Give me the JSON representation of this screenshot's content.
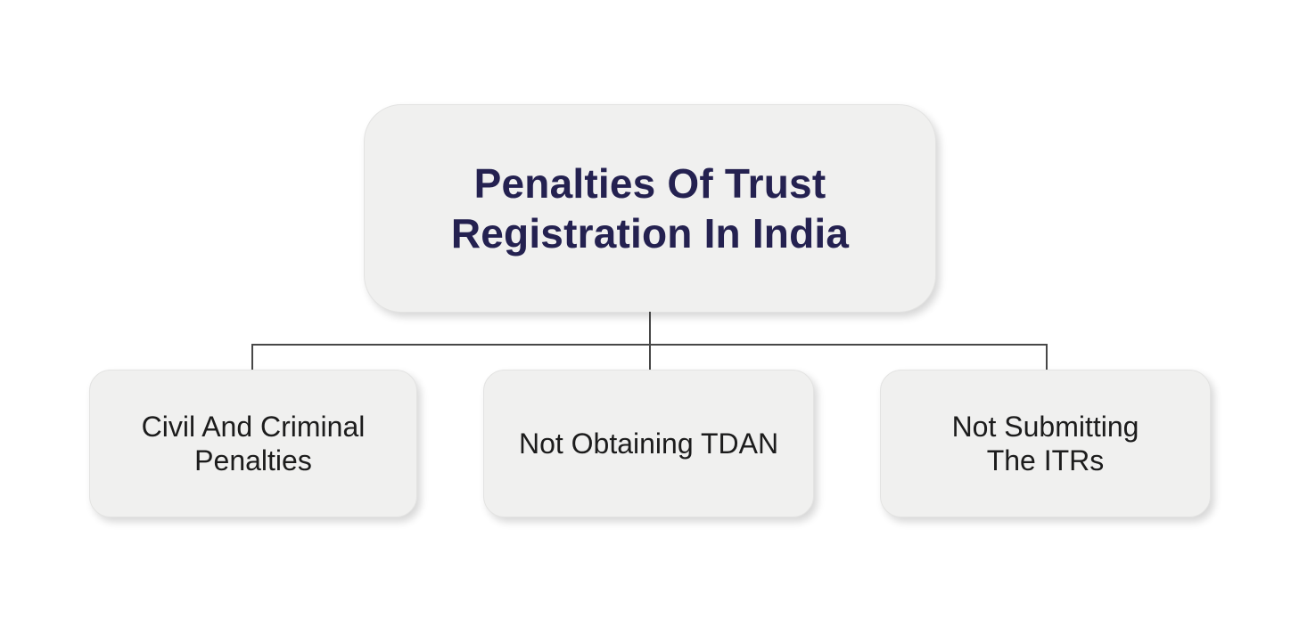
{
  "diagram": {
    "root": {
      "label": "Penalties Of Trust Registration In India"
    },
    "children": [
      {
        "label": "Civil And Criminal Penalties"
      },
      {
        "label": "Not Obtaining TDAN"
      },
      {
        "label": "Not Submitting The ITRs"
      }
    ],
    "colors": {
      "background": "#ffffff",
      "node_fill": "#f0f0ef",
      "node_border": "#e3e3e2",
      "root_text": "#242150",
      "child_text": "#1c1c1c",
      "connector": "#474747"
    }
  }
}
